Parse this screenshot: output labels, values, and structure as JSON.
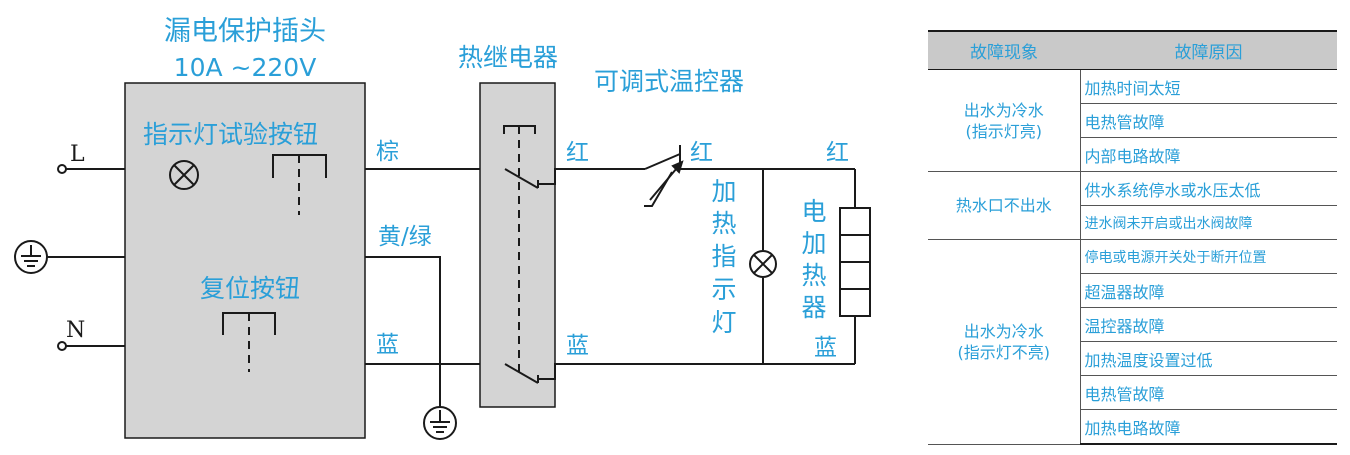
{
  "diagram": {
    "plug_title": "漏电保护插头",
    "plug_rating": "10A ~220V",
    "indicator_test_label": "指示灯试验按钮",
    "reset_label": "复位按钮",
    "terminal_L": "L",
    "terminal_N": "N",
    "relay_label": "热继电器",
    "thermostat_label": "可调式温控器",
    "wire_brown": "棕",
    "wire_yellow_green": "黄/绿",
    "wire_blue_left": "蓝",
    "wire_red_1": "红",
    "wire_red_2": "红",
    "wire_red_3": "红",
    "wire_blue_mid": "蓝",
    "wire_blue_right": "蓝",
    "heating_lamp_label": [
      "加",
      "热",
      "指",
      "示",
      "灯"
    ],
    "heater_label": [
      "电",
      "加",
      "热",
      "器"
    ]
  },
  "table": {
    "header_symptom": "故障现象",
    "header_cause": "故障原因",
    "groups": [
      {
        "symptom": [
          "出水为冷水",
          "(指示灯亮)"
        ],
        "causes": [
          "加热时间太短",
          "电热管故障",
          "内部电路故障"
        ]
      },
      {
        "symptom": [
          "热水口不出水"
        ],
        "causes": [
          "供水系统停水或水压太低",
          "进水阀未开启或出水阀故障"
        ]
      },
      {
        "symptom": [
          "出水为冷水",
          "(指示灯不亮)"
        ],
        "causes": [
          "停电或电源开关处于断开位置",
          "超温器故障",
          "温控器故障",
          "加热温度设置过低",
          "电热管故障",
          "加热电路故障"
        ]
      }
    ]
  },
  "colors": {
    "label_blue": "#2a9fd8",
    "box_gray": "#d4d4d4",
    "line": "#1a1a1a"
  }
}
